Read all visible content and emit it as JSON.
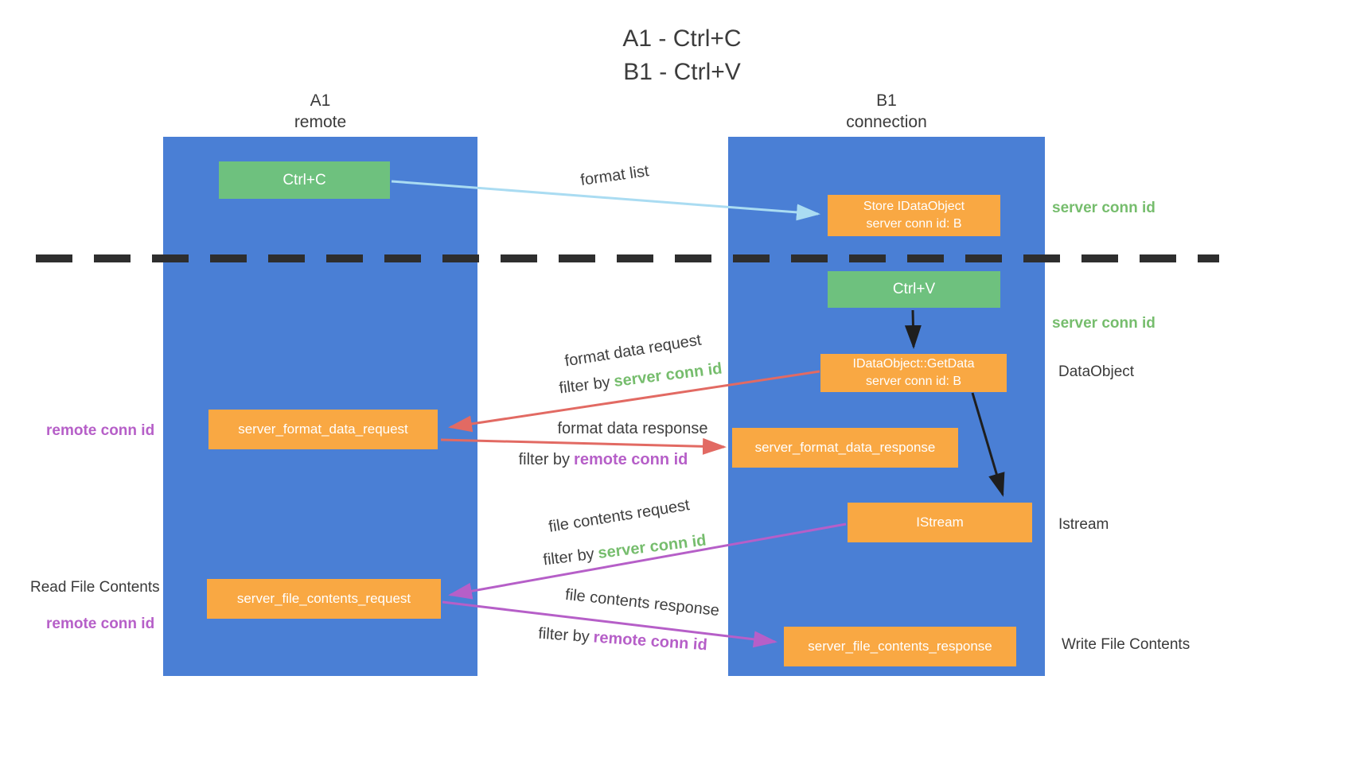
{
  "title": {
    "line1": "A1 - Ctrl+C",
    "line2": "B1 - Ctrl+V"
  },
  "lanes": {
    "left": {
      "header_line1": "A1",
      "header_line2": "remote"
    },
    "right": {
      "header_line1": "B1",
      "header_line2": "connection"
    }
  },
  "nodes": {
    "ctrl_c": {
      "label": "Ctrl+C"
    },
    "ctrl_v": {
      "label": "Ctrl+V"
    },
    "store_idataobject": {
      "line1": "Store IDataObject",
      "line2": "server conn id: B"
    },
    "getdata": {
      "line1": "IDataObject::GetData",
      "line2": "server conn id: B"
    },
    "format_data_request": {
      "label": "server_format_data_request"
    },
    "format_data_response": {
      "label": "server_format_data_response"
    },
    "istream": {
      "label": "IStream"
    },
    "file_contents_request": {
      "label": "server_file_contents_request"
    },
    "file_contents_response": {
      "label": "server_file_contents_response"
    }
  },
  "side_labels": {
    "server_conn_id_top": "server conn id",
    "server_conn_id_mid": "server conn id",
    "dataobject": "DataObject",
    "istream": "Istream",
    "write_file_contents": "Write File Contents",
    "read_file_contents": "Read File Contents",
    "remote_conn_id_mid": "remote conn id",
    "remote_conn_id_bottom": "remote conn id"
  },
  "edges": {
    "format_list": {
      "label": "format list"
    },
    "format_data_request": {
      "label": "format data request",
      "filter_prefix": "filter by",
      "filter_key": "server conn id"
    },
    "format_data_response": {
      "label": "format data response",
      "filter_prefix": "filter by",
      "filter_key": "remote conn id"
    },
    "file_contents_request": {
      "label": "file contents request",
      "filter_prefix": "filter by",
      "filter_key": "server conn id"
    },
    "file_contents_response": {
      "label": "file contents response",
      "filter_prefix": "filter by",
      "filter_key": "remote conn id"
    }
  },
  "colors": {
    "lane": "#4a7fd5",
    "green_box": "#6ec17e",
    "orange_box": "#f9a843",
    "green_text": "#76bd6d",
    "purple_text": "#b65fc8",
    "red_arrow": "#e26a63",
    "blue_arrow": "#aadcf2"
  }
}
